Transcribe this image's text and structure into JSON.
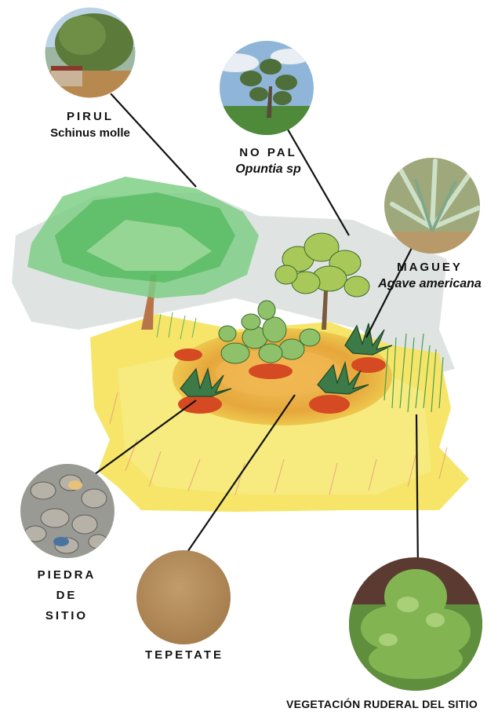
{
  "labels": {
    "pirul": {
      "common": "PIRUL",
      "scientific": "Schinus molle"
    },
    "nopal": {
      "common": "NO PAL",
      "scientific": "Opuntia sp"
    },
    "maguey": {
      "common": "MAGUEY",
      "scientific": "Agave americana"
    },
    "piedra": {
      "line1": "PIEDRA",
      "line2": "DE",
      "line3": "SITIO"
    },
    "tepetate": {
      "common": "TEPETATE"
    },
    "vegetacion": {
      "common": "VEGETACIÓN RUDERAL DEL SITIO"
    }
  },
  "colors": {
    "leader_line": "#111111",
    "soil": "#d9a43a",
    "foliage": "#3fae4a",
    "tepetate": "#b68d5e"
  },
  "icons": [
    "pirul-photo",
    "nopal-photo",
    "maguey-photo",
    "piedra-photo",
    "tepetate-swatch",
    "vegetacion-photo"
  ]
}
